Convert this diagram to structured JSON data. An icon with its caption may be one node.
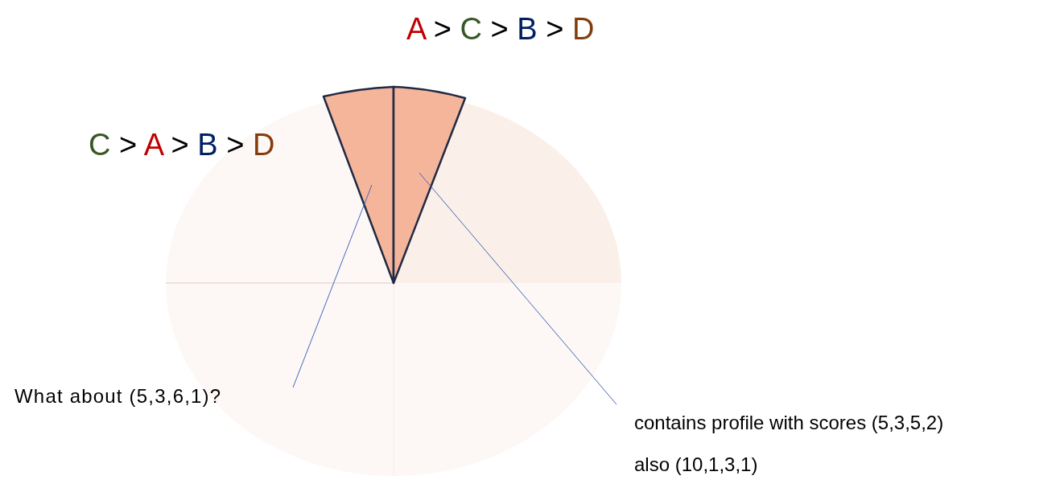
{
  "diagram": {
    "nodes": [
      {
        "text": [],
        "shape": "wedge"
      },
      {
        "text": [],
        "shape": "wedge"
      },
      {
        "text": [
          "What about (5,3,6,1)?"
        ]
      },
      {
        "text": [
          "contains profile with scores (5,3,5,2)"
        ]
      }
    ],
    "edges": [
      {
        "from": 2,
        "to": 0,
        "arrow": "none"
      },
      {
        "from": 3,
        "to": 1,
        "arrow": "none"
      }
    ],
    "labels": [
      "A > C > B > D",
      "C > A > B > D",
      "also (10,1,3,1)"
    ]
  }
}
